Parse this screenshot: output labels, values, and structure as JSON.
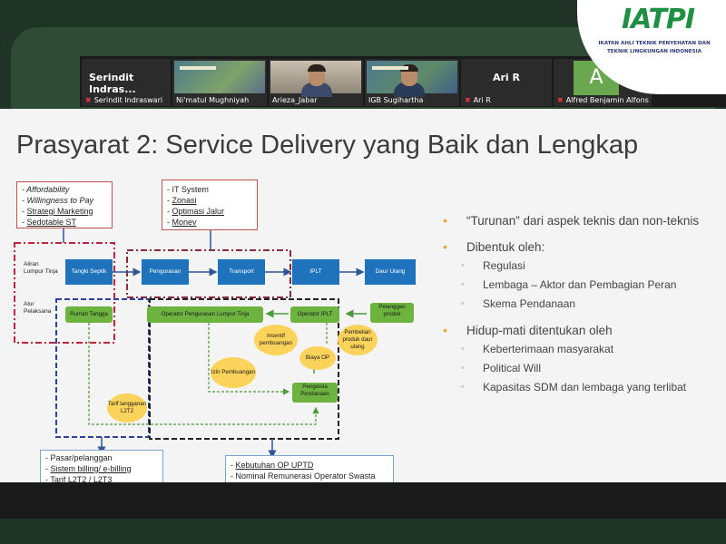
{
  "logo": {
    "name": "IATPI",
    "subtitle_line1": "IKATAN AHLI TEKNIK PENYEHATAN DAN",
    "subtitle_line2": "TEKNIK LINGKUNGAN INDONESIA",
    "color": "#1e8f43"
  },
  "participants": [
    {
      "tile_name": "Serindit Indras...",
      "label": "Serindit Indraswari",
      "muted": true,
      "kind": "name"
    },
    {
      "label": "Ni'matul Mughniyah",
      "muted": false,
      "kind": "screen"
    },
    {
      "label": "Arieza_Jabar",
      "muted": false,
      "kind": "camera"
    },
    {
      "label": "IGB Sugihartha",
      "muted": false,
      "kind": "camera"
    },
    {
      "tile_name": "Ari R",
      "label": "Ari R",
      "muted": true,
      "kind": "name"
    },
    {
      "avatar_letter": "A",
      "label": "Alfred Benjamin Alfons",
      "muted": true,
      "kind": "avatar"
    }
  ],
  "next_icon": "chevron-right-icon",
  "slide": {
    "title": "Prasyarat 2: Service Delivery yang Baik dan Lengkap",
    "top_left_box": [
      "Affordability",
      "Willingness to Pay",
      "Strategi Marketing",
      "Sedotable ST"
    ],
    "top_mid_box": [
      "IT System",
      "Zonasi",
      "Optimasi Jalur",
      "Monev"
    ],
    "row_label_flow": "Aliran Lumpur Tinja",
    "row_label_actors": "Alur Pelaksana",
    "flow_steps": [
      "Tangki Septik",
      "Pengurasan",
      "Transport",
      "IPLT",
      "Daur Ulang"
    ],
    "actors": {
      "household": "Rumah Tangga",
      "operator_pengurasan": "Operator Pengurasan Lumpur Tinja",
      "operator_iplt": "Operator IPLT",
      "pelanggan_produk": "Pelanggan produk",
      "pengelola_pendanaan": "Pengelola Pendanaan"
    },
    "ellipses": {
      "insentif": "Insentif pembuangan",
      "biaya_op": "Biaya OP",
      "pembelian": "Pembelian produk daur ulang",
      "izin": "Izin Pembuangan",
      "tarif": "Tarif langganan L2T2"
    },
    "bottom_left_box": [
      "Pasar/pelanggan",
      "Sistem billing/ e-billing",
      "Tarif L2T2 / L2T3"
    ],
    "bottom_mid_box": [
      "Kebutuhan OP UPTD",
      "Nominal Remunerasi Operator Swasta"
    ],
    "bullets": [
      {
        "text": "“Turunan” dari aspek teknis dan non-teknis",
        "sub": []
      },
      {
        "text": "Dibentuk oleh:",
        "sub": [
          "Regulasi",
          "Lembaga – Aktor dan Pembagian Peran",
          "Skema Pendanaan"
        ]
      },
      {
        "text": "Hidup-mati ditentukan oleh",
        "sub": [
          "Keberterimaan masyarakat",
          "Political Will",
          "Kapasitas SDM dan lembaga yang terlibat"
        ]
      }
    ],
    "colors": {
      "flow_blue": "#1f73bd",
      "actor_green": "#6cb33f",
      "ellipse_yellow": "#fcd35a",
      "bullet_orange": "#e5a93a"
    }
  }
}
